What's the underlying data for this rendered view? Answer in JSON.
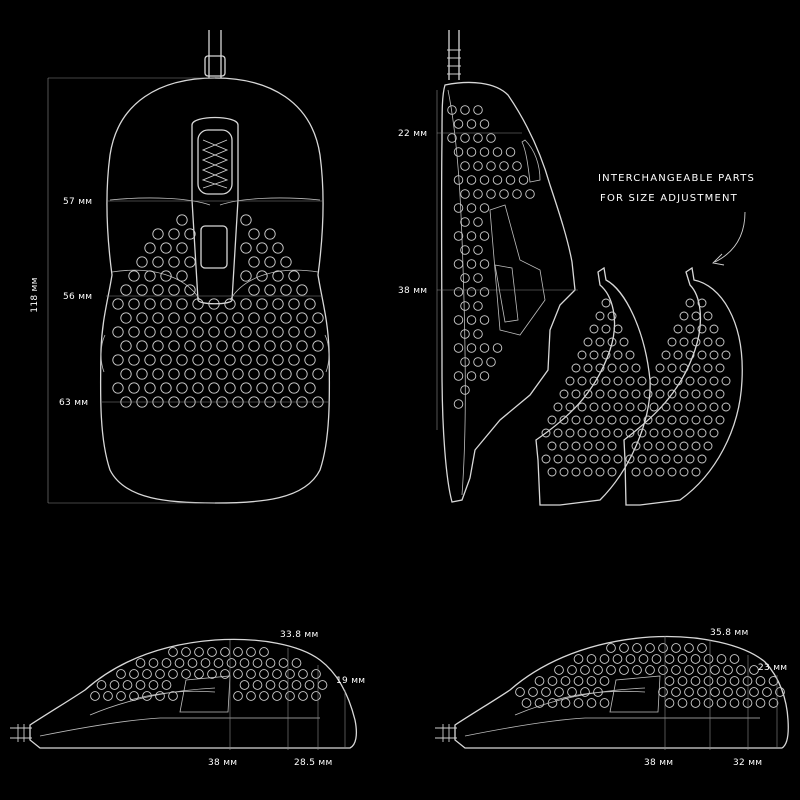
{
  "note": {
    "line1": "INTERCHANGEABLE PARTS",
    "line2": "FOR SIZE ADJUSTMENT"
  },
  "top_view": {
    "length": "118 мм",
    "width_front": "57 мм",
    "width_middle": "56 мм",
    "width_back": "63 мм"
  },
  "front_view": {
    "height_top": "22 мм",
    "height_middle": "38 мм"
  },
  "side_view_left": {
    "height_max": "33.8 мм",
    "height_rear": "19 мм",
    "distance_main": "38 мм",
    "distance_rear": "28.5 мм"
  },
  "side_view_right": {
    "height_max": "35.8 мм",
    "height_rear": "23 мм",
    "distance_main": "38 мм",
    "distance_rear": "32 мм"
  },
  "colors": {
    "background": "#000000",
    "lines": "#d8d8d8",
    "text": "#ffffff"
  }
}
